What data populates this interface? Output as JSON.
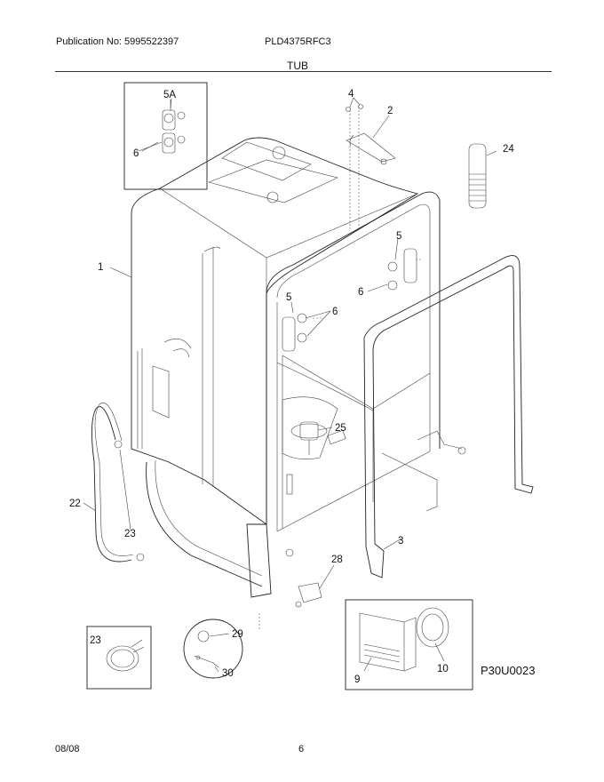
{
  "header": {
    "publication": "Publication No: 5995522397",
    "model": "PLD4375RFC3",
    "section": "TUB"
  },
  "diagram_ref": "P30U0023",
  "footer": {
    "date": "08/08",
    "page": "6"
  },
  "callouts": {
    "c1": "1",
    "c2": "2",
    "c3": "3",
    "c4": "4",
    "c5a": "5A",
    "c5b": "5",
    "c5c": "5",
    "c6a": "6",
    "c6b": "6",
    "c6c": "6",
    "c9": "9",
    "c10": "10",
    "c22": "22",
    "c23a": "23",
    "c23b": "23",
    "c24": "24",
    "c25": "25",
    "c28": "28",
    "c29": "29",
    "c30": "30"
  }
}
